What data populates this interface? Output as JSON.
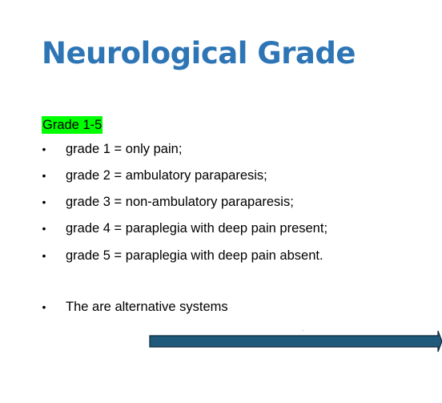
{
  "slide": {
    "title": "Neurological Grade",
    "subtitle": "Grade 1-5",
    "subtitle_highlight_color": "#00ff00",
    "title_color": "#2e75b6",
    "bullet_symbol": "•",
    "bullets": [
      "grade 1 = only pain;",
      "grade 2 = ambulatory paraparesis;",
      "grade 3 = non-ambulatory paraparesis;",
      "grade 4 = paraplegia with deep pain present;",
      "grade 5 = paraplegia with deep pain absent.",
      "The are alternative systems"
    ],
    "arrow": {
      "direction": "right",
      "fill_color": "#1f5a7a"
    }
  }
}
